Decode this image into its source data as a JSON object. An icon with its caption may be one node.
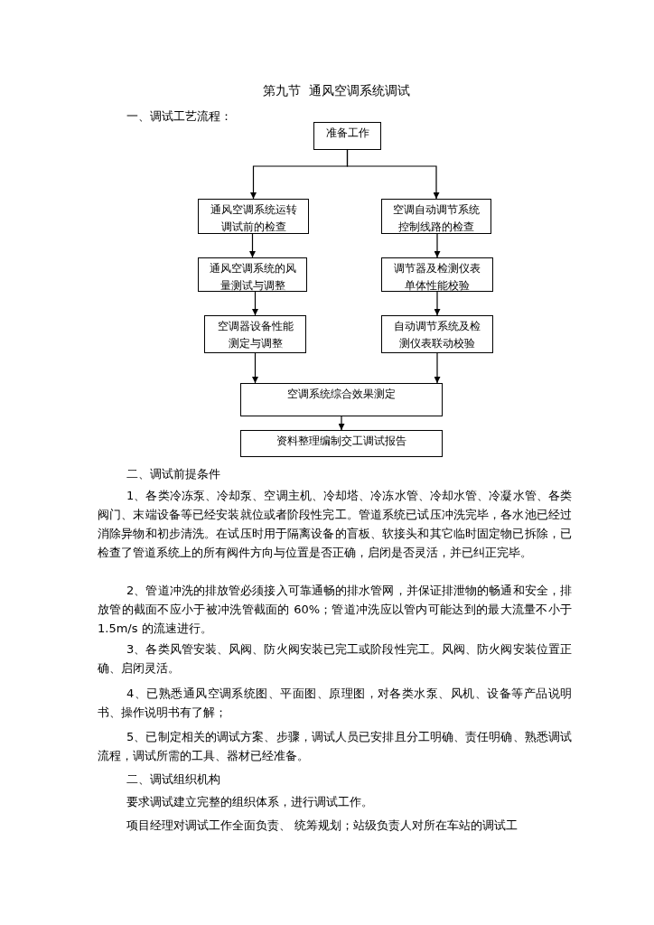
{
  "diagram": {
    "title": "第九节  通风空调系统调试",
    "nodes": [
      {
        "text": [
          "准备工作"
        ]
      },
      {
        "text": [
          "通风空调系统运转调试前的检查"
        ]
      },
      {
        "text": [
          "空调自动调节系统控制线路的检查"
        ]
      },
      {
        "text": [
          "通风空调系统的风量测试与调整"
        ]
      },
      {
        "text": [
          "调节器及检测仪表单体性能校验"
        ]
      },
      {
        "text": [
          "空调器设备性能测定与调整"
        ]
      },
      {
        "text": [
          "自动调节系统及检测仪表联动校验"
        ]
      },
      {
        "text": [
          "空调系统综合效果测定"
        ]
      },
      {
        "text": [
          "资料整理编制交工调试报告"
        ]
      }
    ],
    "edges": [
      {
        "from": 0,
        "to": 1,
        "arrow": "to"
      },
      {
        "from": 0,
        "to": 2,
        "arrow": "to"
      },
      {
        "from": 1,
        "to": 3,
        "arrow": "to"
      },
      {
        "from": 2,
        "to": 4,
        "arrow": "to"
      },
      {
        "from": 3,
        "to": 5,
        "arrow": "to"
      },
      {
        "from": 4,
        "to": 6,
        "arrow": "to"
      },
      {
        "from": 5,
        "to": 7,
        "arrow": "to"
      },
      {
        "from": 6,
        "to": 7,
        "arrow": "to"
      },
      {
        "from": 7,
        "to": 8,
        "arrow": "to"
      }
    ],
    "labels": [
      "一、调试工艺流程：",
      "二、调试前提条件",
      "1、各类冷冻泵、冷却泵、空调主机、冷却塔、冷冻水管、冷却水管、冷凝水管、各类阀门、末端设备等已经安装就位或者阶段性完工。管道系统已试压冲洗完毕，各水池已经过消除异物和初步清洗。在试压时用于隔离设备的盲板、软接头和其它临时固定物已拆除，已检查了管道系统上的所有阀件方向与位置是否正确，启闭是否灵活，并已纠正完毕。",
      "2、管道冲洗的排放管必须接入可靠通畅的排水管网，并保证排泄物的畅通和安全，排放管的截面不应小于被冲洗管截面的 60%；管道冲洗应以管内可能达到的最大流量不小于 1.5m/s 的流速进行。",
      "3、各类风管安装、风阀、防火阀安装已完工或阶段性完工。风阀、防火阀安装位置正确、启闭灵活。",
      "4、已熟悉通风空调系统图、平面图、原理图，对各类水泵、风机、设备等产品说明书、操作说明书有了解；",
      "5、已制定相关的调试方案、步骤，调试人员已安排且分工明确、责任明确、熟悉调试流程，调试所需的工具、器材已经准备。",
      "二、调试组织机构",
      "要求调试建立完整的组织体系，进行调试工作。",
      "项目经理对调试工作全面负责、 统筹规划；站级负责人对所在车站的调试工"
    ]
  }
}
